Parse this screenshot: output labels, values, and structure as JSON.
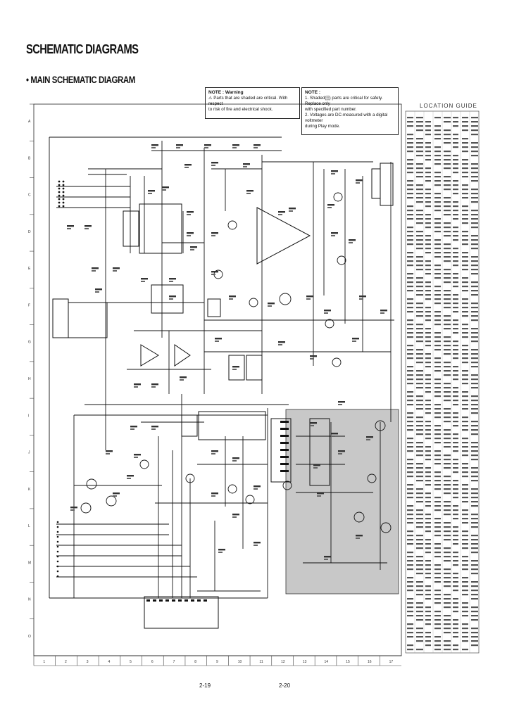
{
  "header": {
    "title": "SCHEMATIC DIAGRAMS",
    "subtitle": "• MAIN SCHEMATIC DIAGRAM"
  },
  "note_warning": {
    "heading": "NOTE : Warning",
    "lines": [
      "Parts that are shaded are critical. With respect",
      "to risk of fire and electrical shock."
    ]
  },
  "note_general": {
    "heading": "NOTE :",
    "lines": [
      "1. Shaded(▒) parts are critical for safety. Replace only",
      "   with specified part number.",
      "2. Voltages are DC-measured with a digital voltmeter",
      "   during Play mode."
    ]
  },
  "location_guide": {
    "title": "LOCATION GUIDE"
  },
  "grid": {
    "columns": [
      "1",
      "2",
      "3",
      "4",
      "5",
      "6",
      "7",
      "8",
      "9",
      "10",
      "11",
      "12",
      "13",
      "14",
      "15",
      "16",
      "17"
    ],
    "rows": [
      "A",
      "B",
      "C",
      "D",
      "E",
      "F",
      "G",
      "H",
      "I",
      "J",
      "K",
      "L",
      "M",
      "N",
      "O"
    ]
  },
  "footer": {
    "left_page": "2-19",
    "right_page": "2-20"
  }
}
